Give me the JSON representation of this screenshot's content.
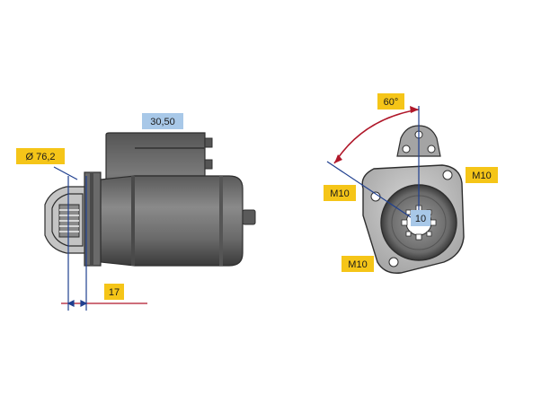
{
  "labels": {
    "diameter": "Ø 76,2",
    "length": "30,50",
    "offset": "17",
    "angle": "60°",
    "bolt_left": "M10",
    "bolt_right": "M10",
    "bolt_bottom": "M10",
    "teeth": "10"
  },
  "colors": {
    "label_yellow": "#f5c518",
    "label_blue": "#a8c8e8",
    "dimension_blue": "#1f3f8f",
    "angle_red": "#b0182a",
    "body_gray": "#6b6b6b",
    "dark_gray": "#3e3e3e"
  }
}
